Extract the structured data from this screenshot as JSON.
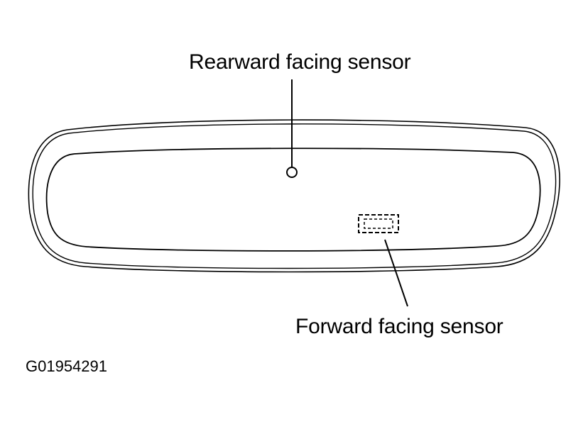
{
  "labels": {
    "rearward_sensor": "Rearward facing sensor",
    "forward_sensor": "Forward facing sensor",
    "figure_code": "G01954291"
  },
  "colors": {
    "line": "#000000",
    "background": "#ffffff"
  }
}
